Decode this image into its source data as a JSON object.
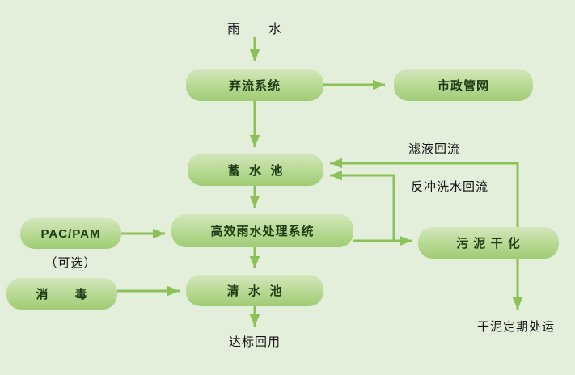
{
  "diagram": {
    "nodes": {
      "diversion": "弃流系统",
      "municipal": "市政管网",
      "storage": "蓄  水  池",
      "treatment": "高效雨水处理系统",
      "pac_pam": "PAC/PAM",
      "disinfect": "消　　毒",
      "clear_tank": "清  水  池",
      "sludge_drying": "污 泥 干 化"
    },
    "labels": {
      "rain_water": "雨　　水",
      "optional": "（可选）",
      "filtrate_return": "滤液回流",
      "backwash_return": "反冲洗水回流",
      "reuse": "达标回用",
      "dry_sludge_disposal": "干泥定期处运"
    },
    "edges": [
      {
        "from": "rain_water",
        "to": "diversion"
      },
      {
        "from": "diversion",
        "to": "municipal"
      },
      {
        "from": "diversion",
        "to": "storage"
      },
      {
        "from": "storage",
        "to": "treatment"
      },
      {
        "from": "pac_pam",
        "to": "treatment"
      },
      {
        "from": "treatment",
        "to": "clear_tank"
      },
      {
        "from": "disinfect",
        "to": "clear_tank"
      },
      {
        "from": "clear_tank",
        "to": "reuse"
      },
      {
        "from": "treatment",
        "to": "sludge_drying"
      },
      {
        "from": "treatment",
        "to": "storage",
        "label": "反冲洗水回流"
      },
      {
        "from": "sludge_drying",
        "to": "storage",
        "label": "滤液回流"
      },
      {
        "from": "sludge_drying",
        "to": "dry_sludge_disposal"
      }
    ],
    "colors": {
      "background": "#e3eedb",
      "box_gradient_top": "#d3e7bc",
      "box_gradient_bottom": "#9fcc74",
      "arrow": "#8cc158",
      "box_text": "#1e3a14",
      "label_text": "#141414"
    }
  }
}
